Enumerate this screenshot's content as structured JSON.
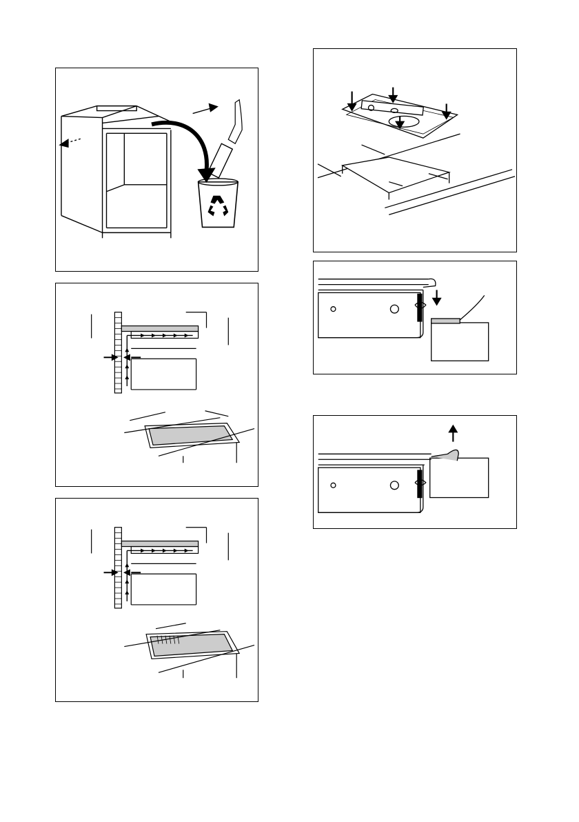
{
  "page": {
    "background": "#ffffff",
    "line_color": "#000000",
    "fill_gray": "#cccccc"
  },
  "illustrations": [
    {
      "id": "cabinet-prep",
      "icon": "recycle-icon"
    },
    {
      "id": "ventilation-clearance-a"
    },
    {
      "id": "ventilation-clearance-b"
    },
    {
      "id": "hob-placement-level",
      "icon": "spirit-level-icon"
    },
    {
      "id": "seal-tape-attach"
    },
    {
      "id": "seal-tape-remove"
    }
  ]
}
